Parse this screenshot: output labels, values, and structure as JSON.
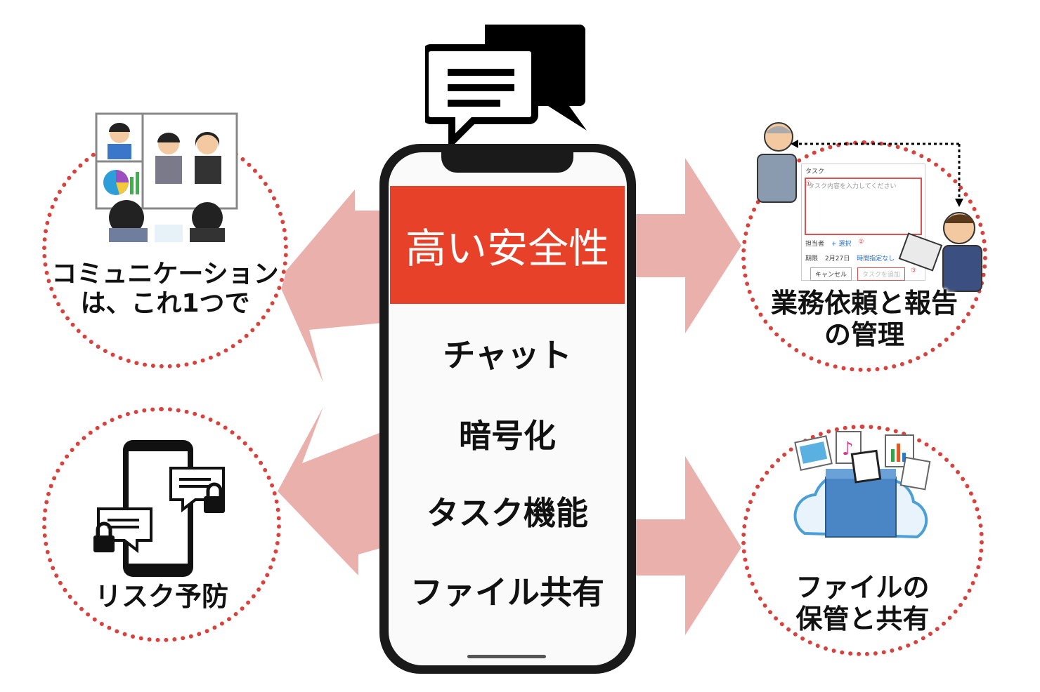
{
  "center": {
    "headline": "高い安全性",
    "features": [
      "チャット",
      "暗号化",
      "タスク機能",
      "ファイル共有"
    ]
  },
  "nodes": {
    "top_left": {
      "line1": "コミュニケーション",
      "line2": "は、これ1つで"
    },
    "bottom_left": {
      "line1": "リスク予防"
    },
    "top_right": {
      "line1": "業務依頼と報告",
      "line2": "の管理"
    },
    "bottom_right": {
      "line1": "ファイルの",
      "line2": "保管と共有"
    }
  },
  "task_form": {
    "title": "タスク",
    "placeholder": "タスク内容を入力してください",
    "assignee_label": "担当者",
    "select_label": "+ 選択",
    "deadline_label": "期限",
    "deadline_value": "2月27日",
    "time_label": "時間指定なし",
    "cancel_label": "キャンセル",
    "add_label": "タスクを追加",
    "markers": [
      "①",
      "②",
      "③"
    ]
  },
  "colors": {
    "accent": "#e8412a",
    "arrow": "#eab0ab",
    "dotted_border": "#d9423c"
  }
}
